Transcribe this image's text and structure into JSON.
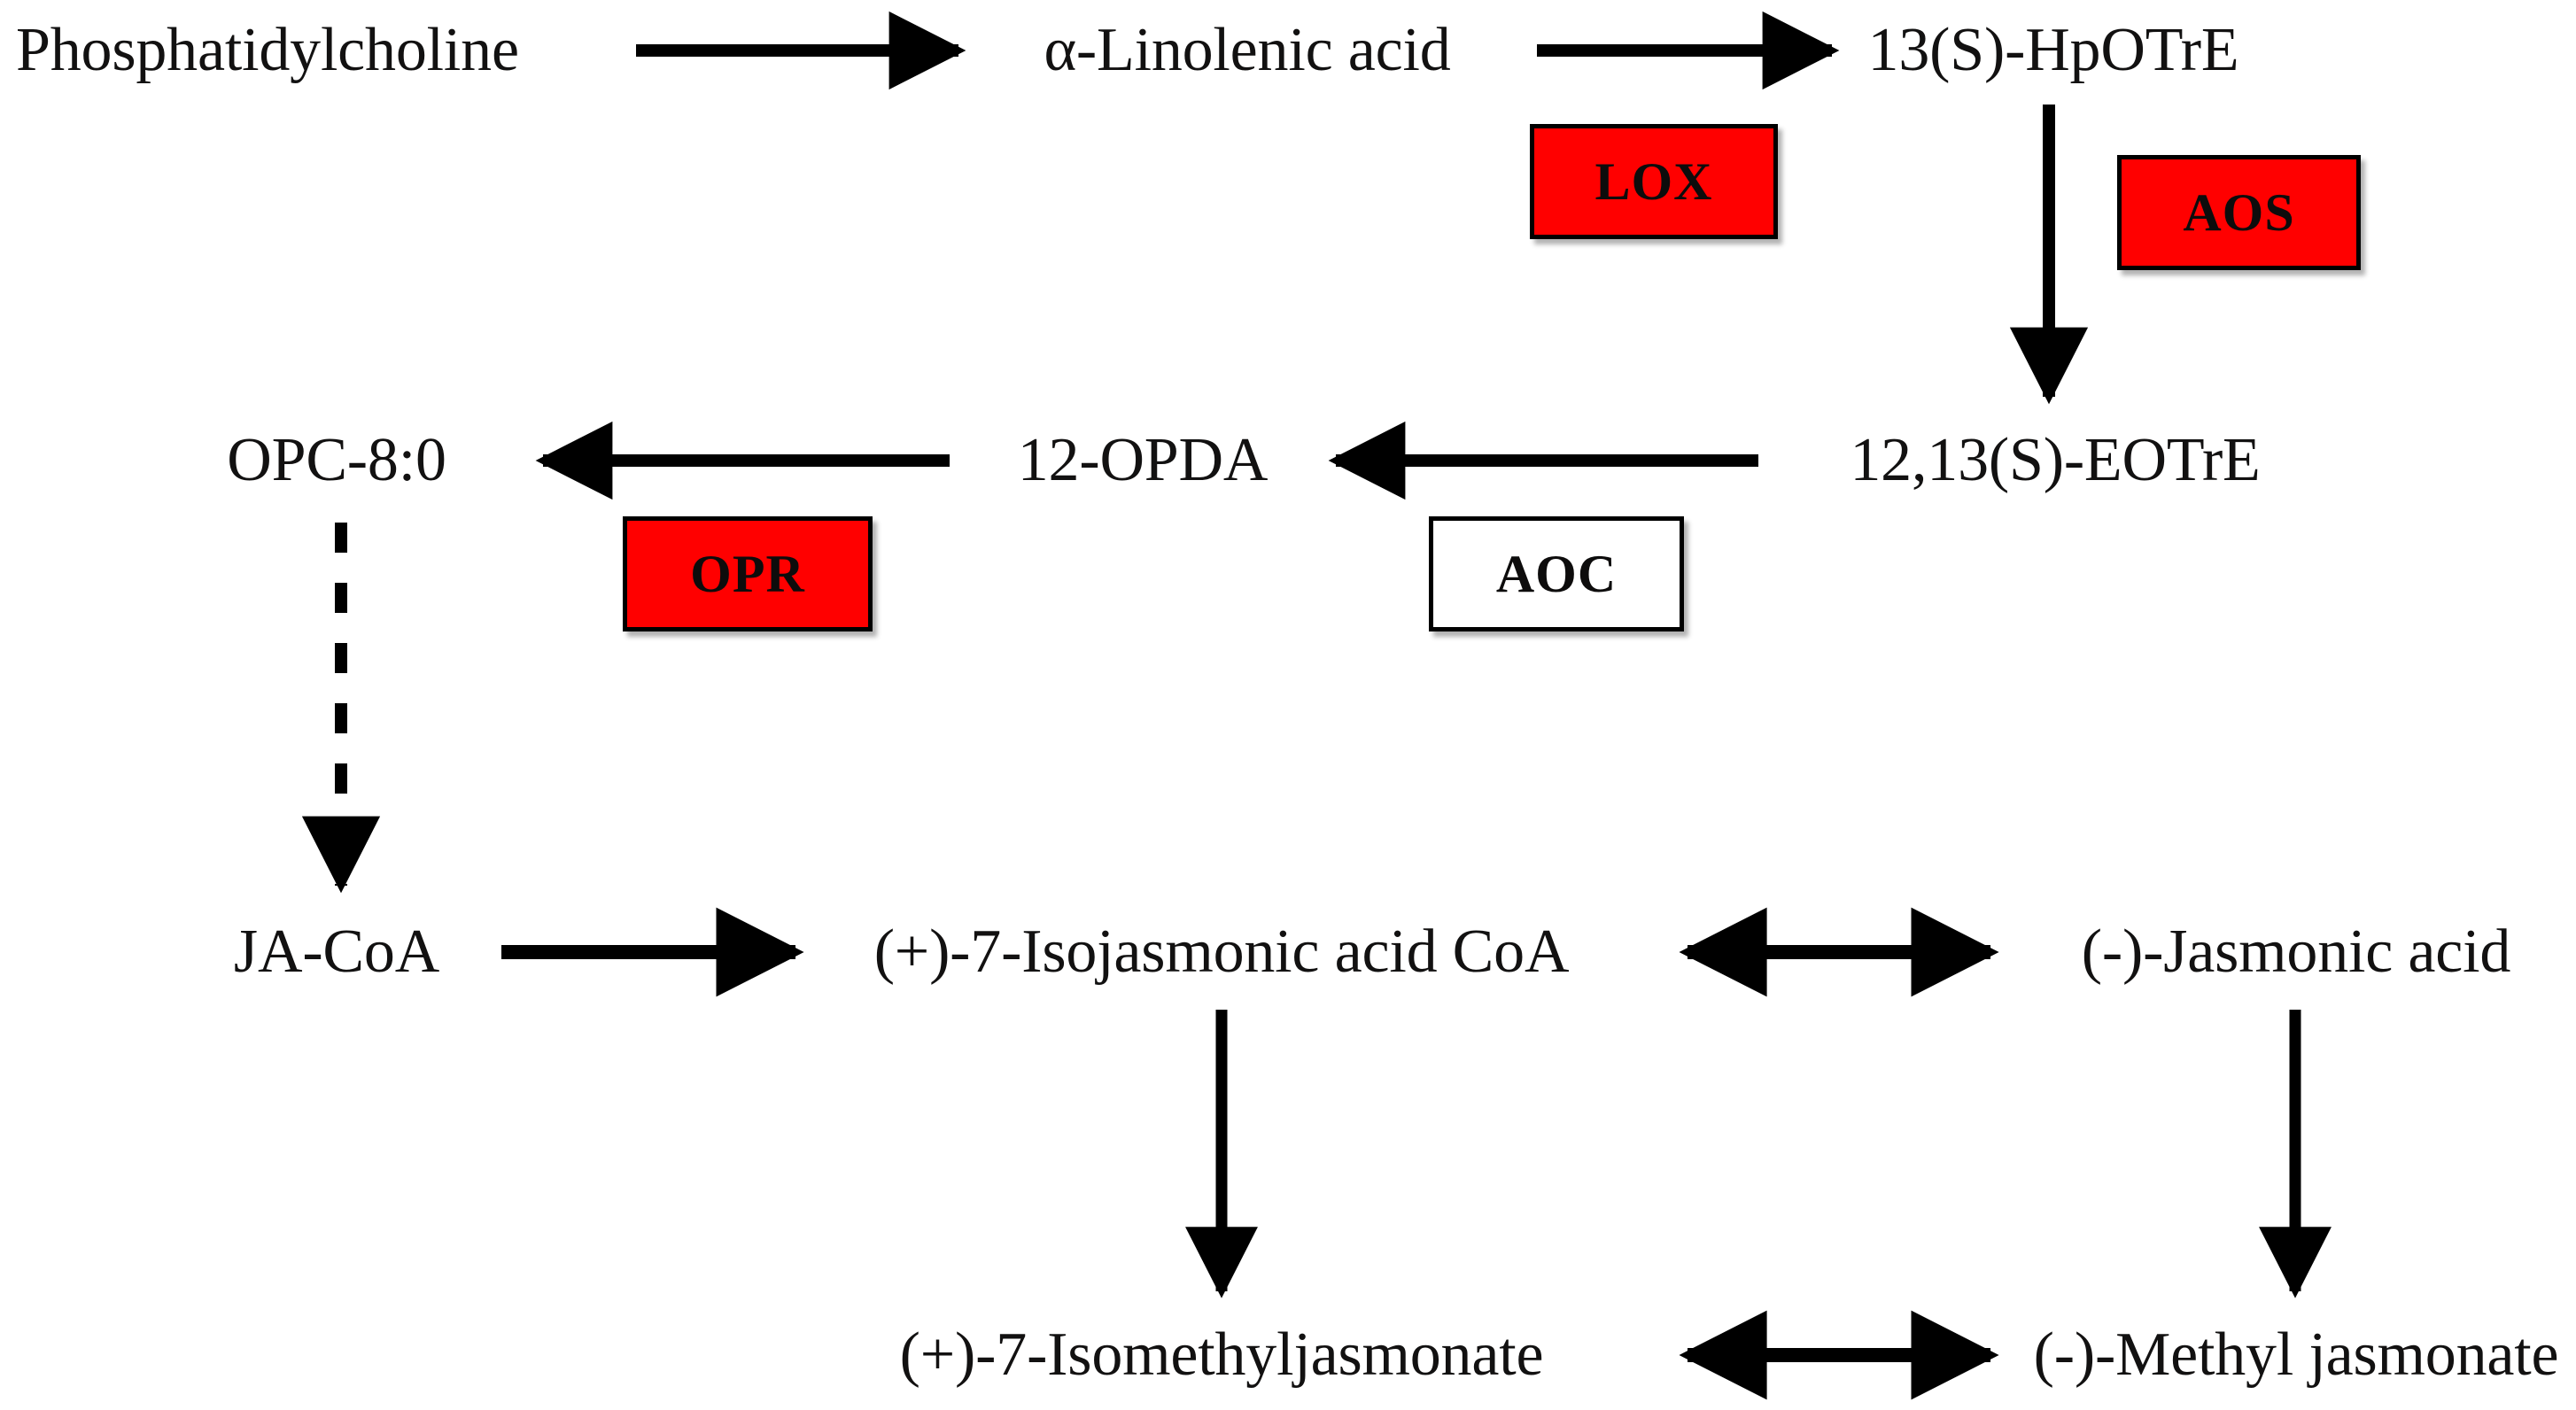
{
  "diagram": {
    "title": "Jasmonic acid biosynthesis pathway",
    "background_color": "#FFFFFF",
    "text_color": "#121111",
    "enzyme_fill_color": "#FF0000",
    "enzyme_hollow_color": "#FFFFFF",
    "enzyme_border_color": "#000000",
    "arrow_color": "#000000"
  },
  "nodes": {
    "phosphatidylcholine": "Phosphatidylcholine",
    "alpha_linolenic_acid": "α-Linolenic acid",
    "hpotre": "13(S)-HpOTrE",
    "opc80": "OPC-8:0",
    "opda": "12-OPDA",
    "eotre": "12,13(S)-EOTrE",
    "ja_coa": "JA-CoA",
    "isojasmonic_acid_coa": "(+)-7-Isojasmonic acid CoA",
    "jasmonic_acid": "(-)-Jasmonic acid",
    "isomethyljasmonate": "(+)-7-Isomethyljasmonate",
    "methyl_jasmonate": "(-)-Methyl jasmonate"
  },
  "enzymes": {
    "lox": "LOX",
    "aos": "AOS",
    "opr": "OPR",
    "aoc": "AOC"
  },
  "edges": [
    {
      "name": "pc-to-ala",
      "from": "phosphatidylcholine",
      "to": "alpha_linolenic_acid",
      "style": "solid",
      "heads": "single",
      "direction": "right"
    },
    {
      "name": "ala-to-hpotre",
      "from": "alpha_linolenic_acid",
      "to": "hpotre",
      "style": "solid",
      "heads": "single",
      "direction": "right",
      "enzyme": "lox"
    },
    {
      "name": "hpotre-to-eotre",
      "from": "hpotre",
      "to": "eotre",
      "style": "solid",
      "heads": "single",
      "direction": "down",
      "enzyme": "aos"
    },
    {
      "name": "eotre-to-opda",
      "from": "eotre",
      "to": "opda",
      "style": "solid",
      "heads": "single",
      "direction": "left",
      "enzyme": "aoc"
    },
    {
      "name": "opda-to-opc80",
      "from": "opda",
      "to": "opc80",
      "style": "solid",
      "heads": "single",
      "direction": "left",
      "enzyme": "opr"
    },
    {
      "name": "opc80-to-jacoa",
      "from": "opc80",
      "to": "ja_coa",
      "style": "dashed",
      "heads": "single",
      "direction": "down"
    },
    {
      "name": "jacoa-to-isojasmonic",
      "from": "ja_coa",
      "to": "isojasmonic_acid_coa",
      "style": "solid",
      "heads": "single",
      "direction": "right"
    },
    {
      "name": "isojasmonic-to-jasmonic",
      "from": "isojasmonic_acid_coa",
      "to": "jasmonic_acid",
      "style": "solid",
      "heads": "double",
      "direction": "both"
    },
    {
      "name": "isojasmonic-to-isomethyl",
      "from": "isojasmonic_acid_coa",
      "to": "isomethyljasmonate",
      "style": "solid",
      "heads": "single",
      "direction": "down"
    },
    {
      "name": "jasmonic-to-methyl",
      "from": "jasmonic_acid",
      "to": "methyl_jasmonate",
      "style": "solid",
      "heads": "single",
      "direction": "down"
    },
    {
      "name": "isomethyl-to-methyl",
      "from": "isomethyljasmonate",
      "to": "methyl_jasmonate",
      "style": "solid",
      "heads": "double",
      "direction": "both"
    }
  ]
}
